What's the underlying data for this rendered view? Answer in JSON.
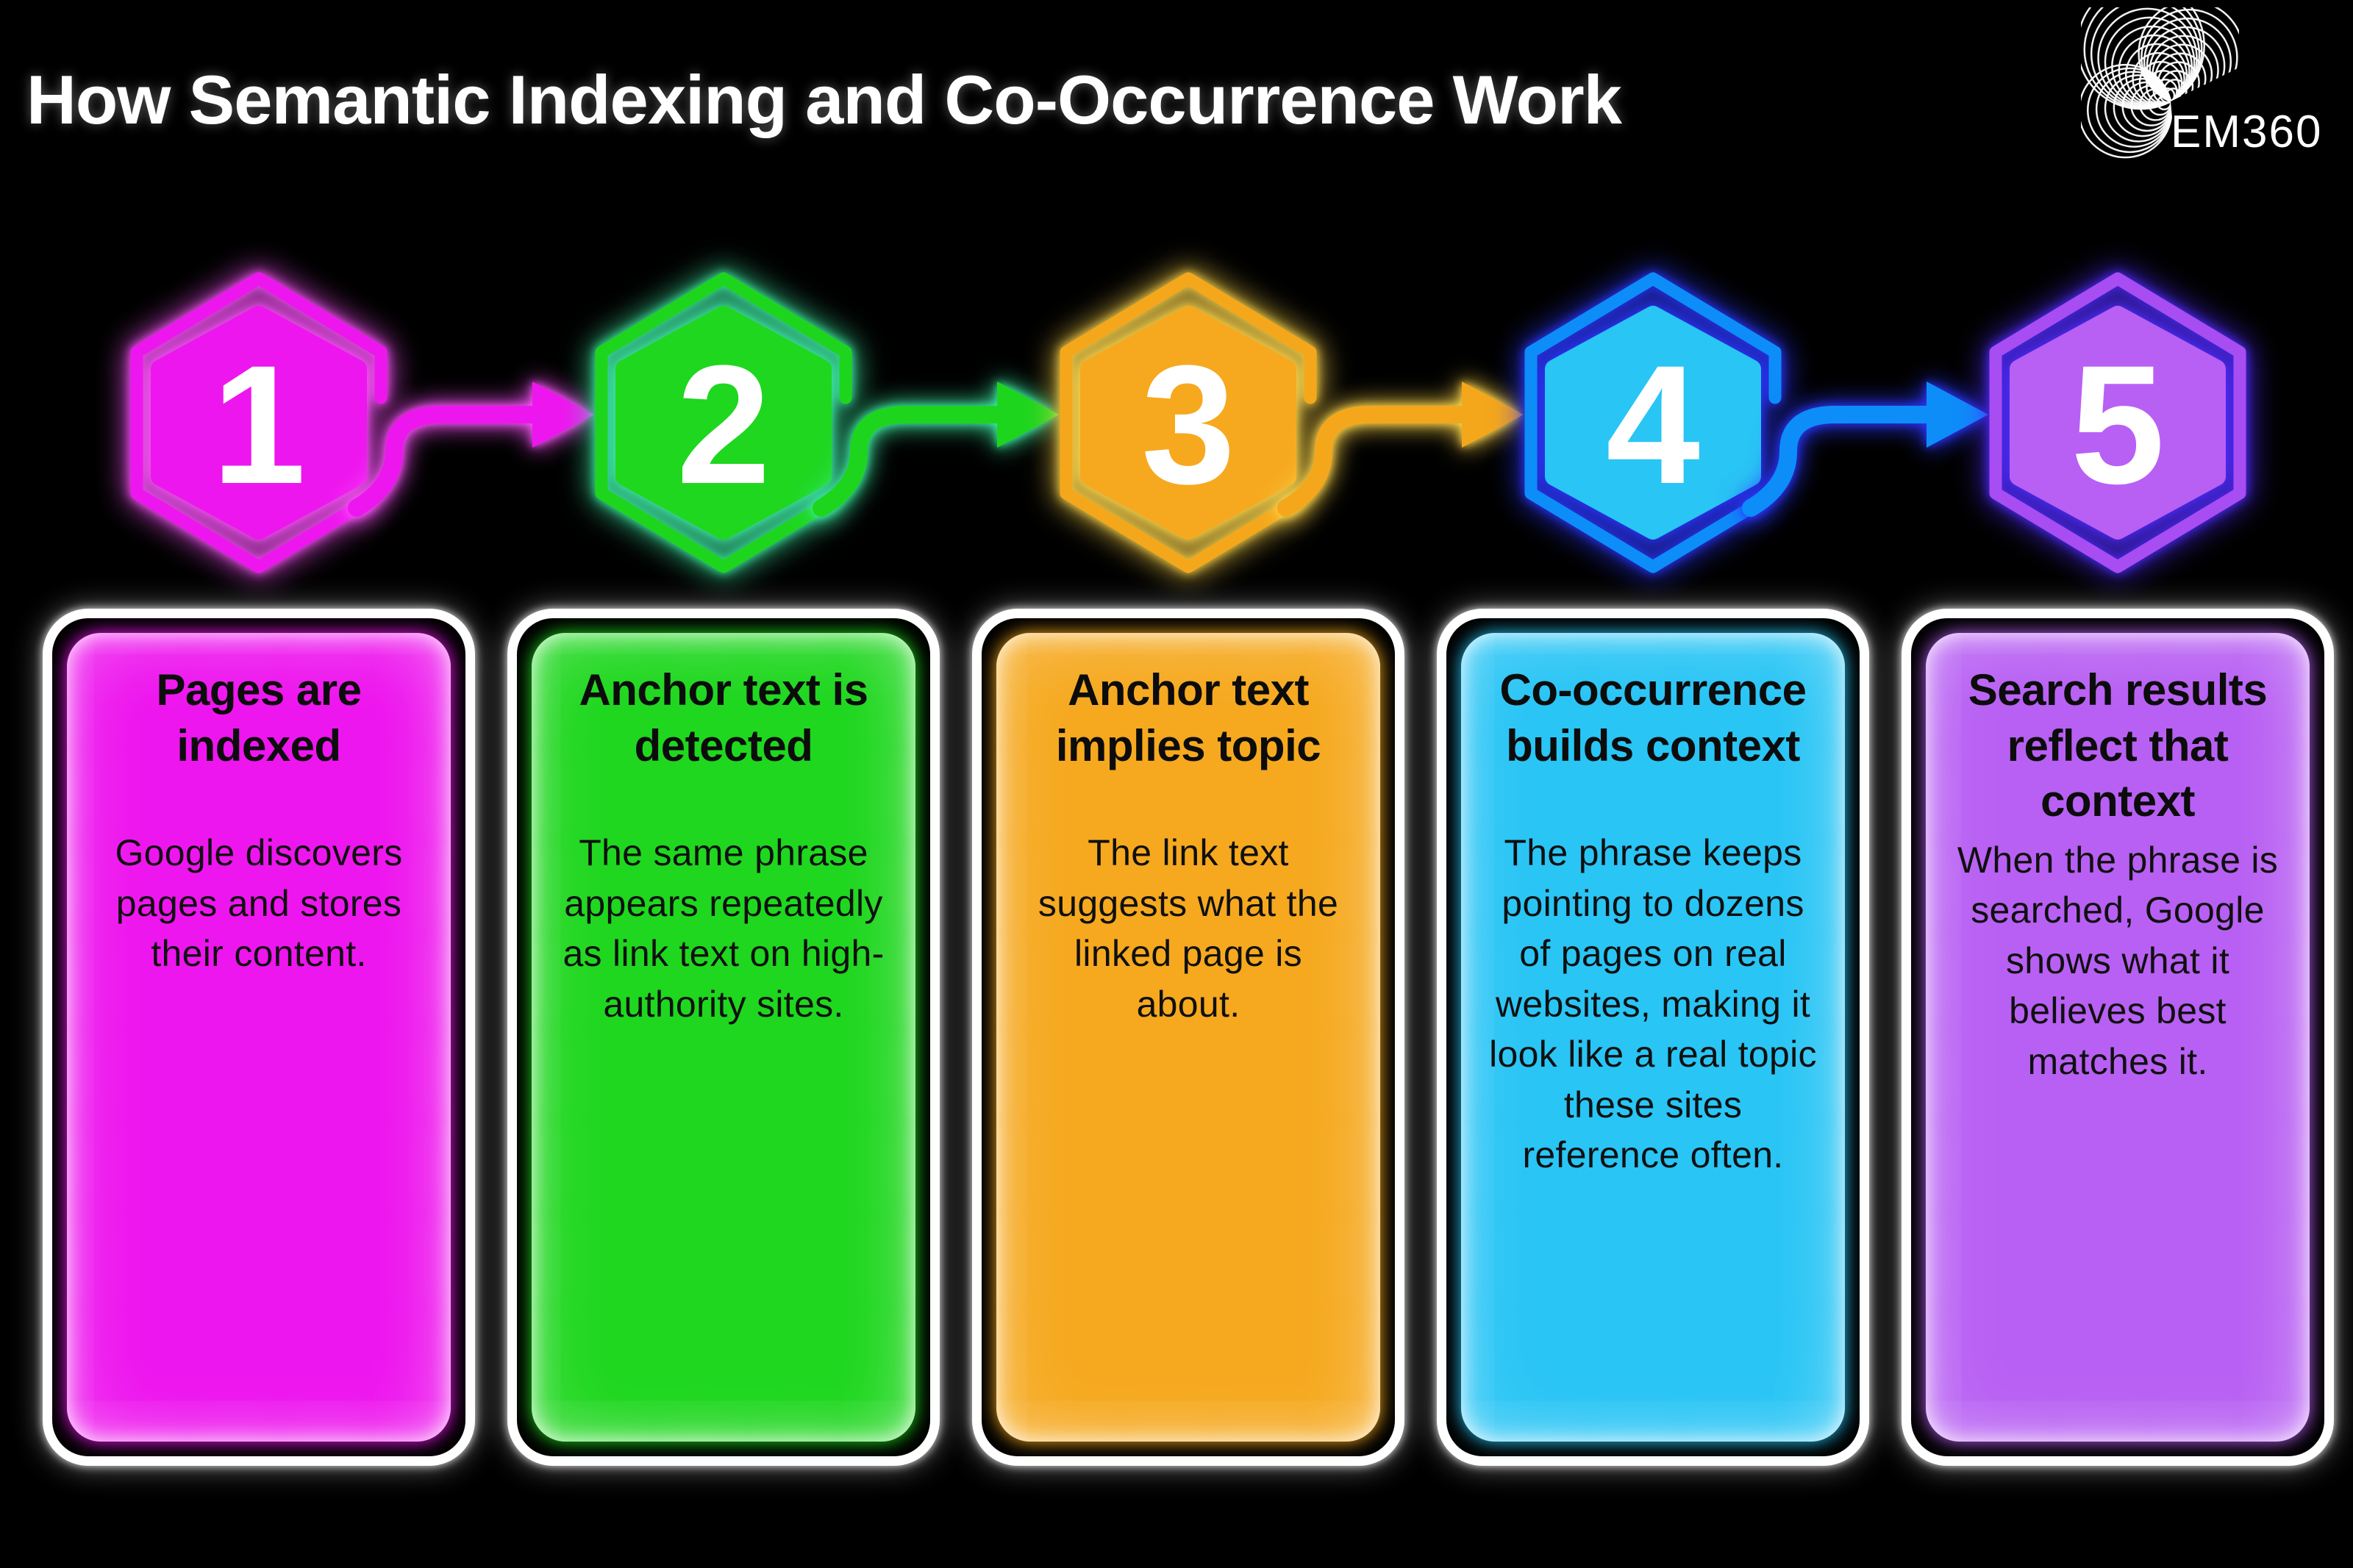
{
  "title": "How Semantic Indexing and Co-Occurrence Work",
  "brand": {
    "name": "EM360",
    "icon": "em360-ripple-icon"
  },
  "colors": {
    "background": "#000000",
    "card_border": "#ffffff",
    "card_text": "#0c0c0c",
    "step_number_text": "#ffffff"
  },
  "steps": [
    {
      "number": "1",
      "title": "Pages are indexed",
      "body": "Google discovers pages and stores their content.",
      "color": "#ee16ee",
      "outline": "#ee16ee",
      "glow": "#ff54ff",
      "arrow_to_next": true,
      "title_gap": true
    },
    {
      "number": "2",
      "title": "Anchor text is detected",
      "body": "The same phrase appears repeatedly as link text on high-authority sites.",
      "color": "#1fd71f",
      "outline": "#1ed51e",
      "glow": "#3feea6",
      "arrow_to_next": true,
      "title_gap": true
    },
    {
      "number": "3",
      "title": "Anchor text implies topic",
      "body": "The link text suggests what the linked page is about.",
      "color": "#f6a91f",
      "outline": "#f5a71b",
      "glow": "#ffd84d",
      "arrow_to_next": true,
      "title_gap": true
    },
    {
      "number": "4",
      "title": "Co-occurrence builds context",
      "body": "The phrase keeps pointing to dozens of pages on real websites, making it look like a real topic these sites reference often.",
      "color": "#29c5f5",
      "outline": "#0d8df8",
      "glow": "#2b36ff",
      "arrow_to_next": true,
      "title_gap": true
    },
    {
      "number": "5",
      "title": "Search results reflect that context",
      "body": "When the phrase is searched, Google shows what it believes best matches it.",
      "color": "#b860f3",
      "outline": "#a74df2",
      "glow": "#4f2bff",
      "arrow_to_next": false,
      "title_gap": false
    }
  ]
}
